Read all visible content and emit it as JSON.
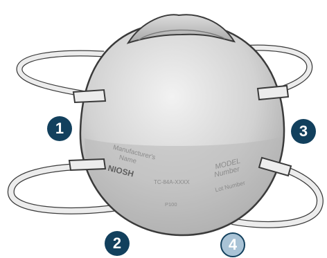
{
  "figure": {
    "callouts": [
      {
        "label": "1",
        "style": "dark"
      },
      {
        "label": "2",
        "style": "dark"
      },
      {
        "label": "3",
        "style": "dark"
      },
      {
        "label": "4",
        "style": "light"
      }
    ],
    "mask_print": {
      "manufacturer_line1": "Manufacturer's",
      "manufacturer_line2": "Name",
      "niosh": "NIOSH",
      "tc_code": "TC-84A-XXXX",
      "filter_class": "P100",
      "model_line1": "MODEL",
      "model_line2": "Number",
      "lot": "Lot Number"
    },
    "colors": {
      "callout_dark": "#12405d",
      "callout_light": "#a9c3d6",
      "mask_body": "#c9c9c9",
      "strap": "#e8e8e8",
      "outline": "#3a3a3a"
    }
  }
}
